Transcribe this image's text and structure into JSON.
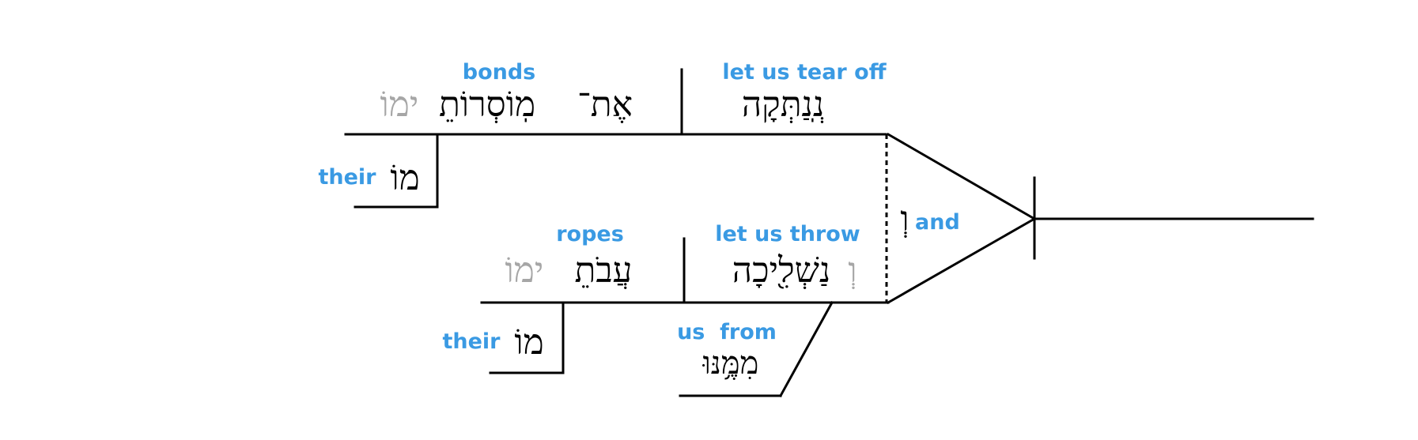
{
  "clause_top": {
    "verb": {
      "hebrew": "נְֽנַתְּקָה",
      "gloss": "let us tear off"
    },
    "object": {
      "marker": "אֶת־",
      "word": "מֽוֹסְרוֹתֵ",
      "suffix_ghost": "ימוֹ",
      "gloss": "bonds"
    },
    "modifier": {
      "hebrew": "מוֹ",
      "gloss": "their"
    }
  },
  "clause_bottom": {
    "conj_ghost": "וְ",
    "verb": {
      "hebrew": "נַשְׁלִ֖יכָה",
      "gloss": "let us throw"
    },
    "object": {
      "word": "עֲבֹתֵ",
      "suffix_ghost": "ימוֹ",
      "gloss": "ropes"
    },
    "modifier": {
      "hebrew": "מוֹ",
      "gloss": "their"
    },
    "prep_phrase": {
      "hebrew": "מִמֶּ֥נּוּ",
      "gloss": "us  from"
    }
  },
  "conjunction": {
    "hebrew": "וְ",
    "gloss": "and"
  }
}
